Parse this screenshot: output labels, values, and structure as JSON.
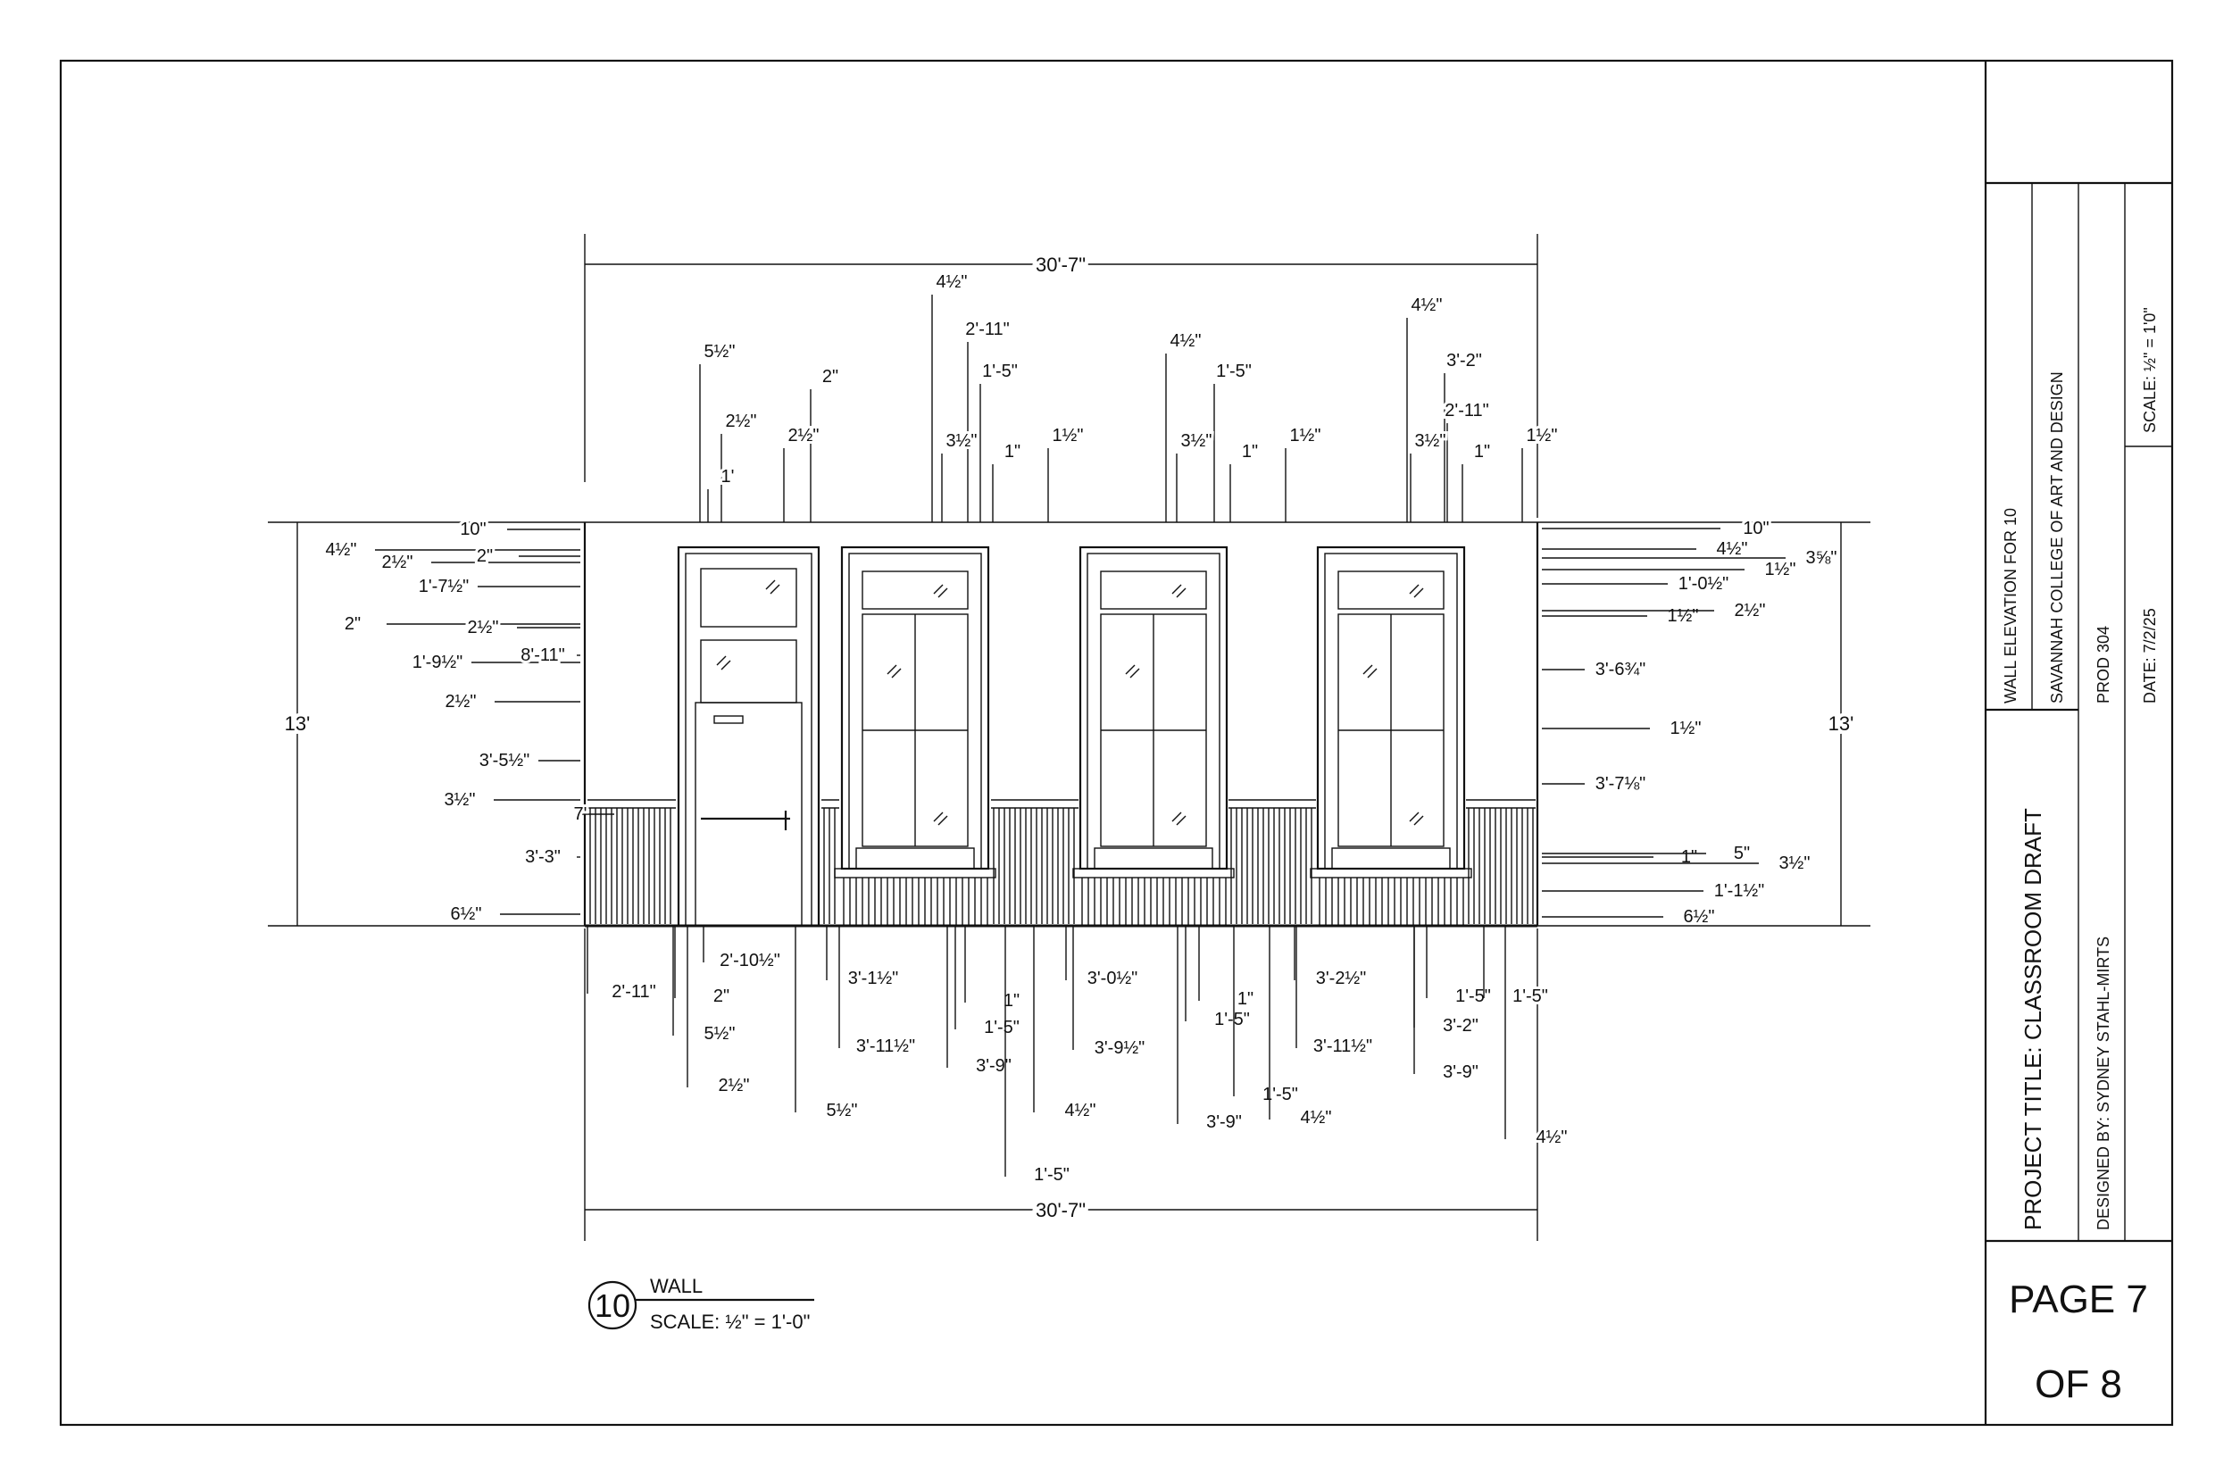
{
  "title_block": {
    "wall_elevation": "WALL ELEVATION FOR 10",
    "school": "SAVANNAH COLLEGE OF ART AND DESIGN",
    "course": "PROD 304",
    "date": "DATE: 7/2/25",
    "scale": "SCALE: ½\" = 1'0\"",
    "project_title": "PROJECT TITLE: CLASSROOM DRAFT",
    "designer": "DESIGNED BY: SYDNEY STAHL-MIRTS",
    "page": "PAGE 7",
    "of": "OF 8"
  },
  "drawing_label": {
    "number": "10",
    "name": "WALL",
    "scale": "SCALE: ½\" = 1'-0\""
  },
  "dimensions": {
    "overall_top": "30'-7\"",
    "overall_bottom": "30'-7\"",
    "height_left": "13'",
    "height_right": "13'",
    "left": [
      "10\"",
      "4½\"",
      "2½\"",
      "2\"",
      "1'-7½\"",
      "2\"",
      "2½\"",
      "1'-9½\"",
      "8'-11\"",
      "2½\"",
      "3'-5½\"",
      "3½\"",
      "7'",
      "3'-3\"",
      "6½\""
    ],
    "top": [
      "5½\"",
      "2\"",
      "2½\"",
      "2½\"",
      "1'",
      "4½\"",
      "2'-11\"",
      "1'-5\"",
      "3½\"",
      "1\"",
      "1½\"",
      "4½\"",
      "1'-5\"",
      "3½\"",
      "1\"",
      "1½\"",
      "4½\"",
      "3'-2\"",
      "2'-11\"",
      "3½\"",
      "1\"",
      "1½\""
    ],
    "right": [
      "10\"",
      "4½\"",
      "1½\"",
      "3⅝\"",
      "1'-0½\"",
      "1½\"",
      "2½\"",
      "3'-6¾\"",
      "1½\"",
      "3'-7⅛\"",
      "1\"",
      "5\"",
      "3½\"",
      "1'-1½\"",
      "6½\""
    ],
    "bottom": [
      "2'-10½\"",
      "2'-11\"",
      "2\"",
      "5½\"",
      "2½\"",
      "3'-1½\"",
      "1\"",
      "1'-5\"",
      "3'-11½\"",
      "3'-9\"",
      "5½\"",
      "4½\"",
      "1'-5\"",
      "3'-0½\"",
      "3'-9½\"",
      "1\"",
      "1'-5\"",
      "3'-9\"",
      "1'-5\"",
      "4½\"",
      "3'-2½\"",
      "3'-11½\"",
      "1'-5\"",
      "1'-5\"",
      "3'-2\"",
      "3'-9\"",
      "4½\""
    ]
  }
}
